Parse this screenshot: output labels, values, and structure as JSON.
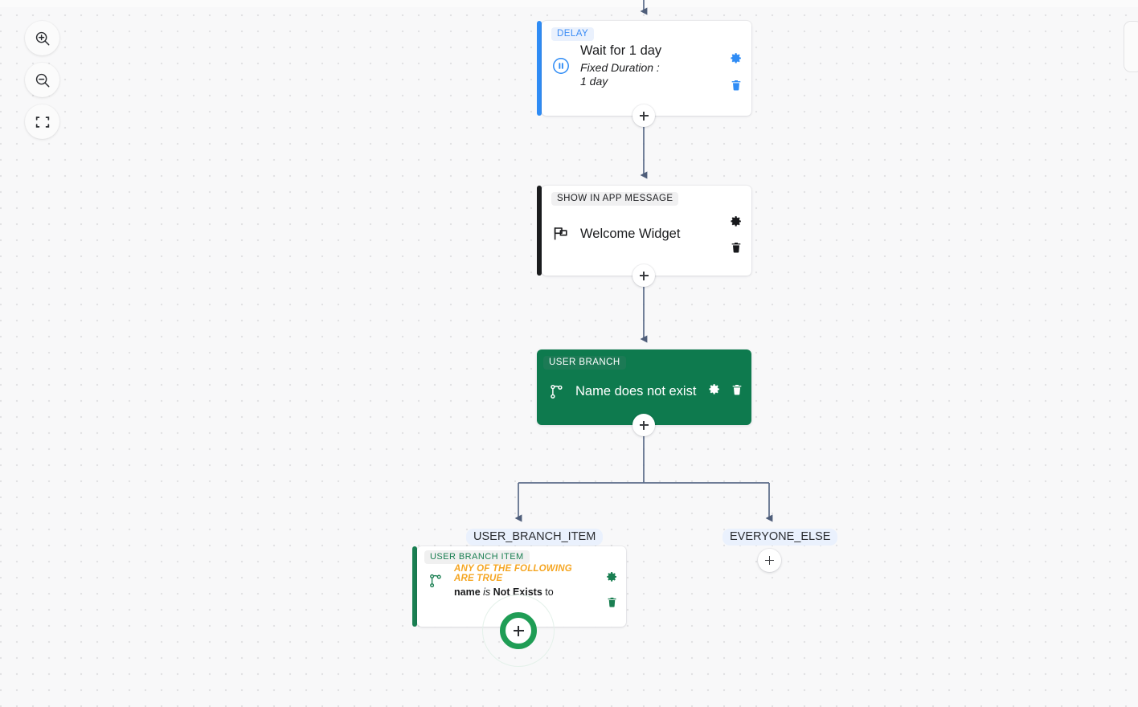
{
  "canvas": {
    "zoom_controls": [
      {
        "name": "zoom-in-button",
        "icon": "zoom-in-icon",
        "label": "Zoom in"
      },
      {
        "name": "zoom-out-button",
        "icon": "zoom-out-icon",
        "label": "Zoom out"
      },
      {
        "name": "fit-view-button",
        "icon": "fit-screen-icon",
        "label": "Fit to screen"
      }
    ],
    "colors": {
      "background": "#f8f8f9",
      "grid_dot": "#e2e2e4",
      "edge": "#5a6b88",
      "accent_blue": "#2f8cf5",
      "accent_dark": "#1b1c1e",
      "accent_green": "#1a7f52",
      "node_green_bg": "#0e7a4e",
      "warning_orange": "#f5a623"
    }
  },
  "nodes": {
    "delay": {
      "badge": "DELAY",
      "title": "Wait for 1 day",
      "subtitle_line1": "Fixed Duration :",
      "subtitle_line2": "1 day",
      "icon": "pause-circle-icon",
      "settings_label": "Settings",
      "delete_label": "Delete",
      "add_label": "Add step"
    },
    "in_app_message": {
      "badge": "SHOW IN APP MESSAGE",
      "title": "Welcome Widget",
      "icon": "in-app-message-icon",
      "settings_label": "Settings",
      "delete_label": "Delete",
      "add_label": "Add step"
    },
    "user_branch": {
      "badge": "USER BRANCH",
      "title": "Name does not exist",
      "icon": "branch-icon",
      "settings_label": "Settings",
      "delete_label": "Delete",
      "add_label": "Add step"
    },
    "user_branch_item": {
      "badge": "USER BRANCH ITEM",
      "condition_header": "ANY OF THE FOLLOWING ARE TRUE",
      "condition_attribute": "name",
      "condition_verb": "is",
      "condition_operator": "Not Exists",
      "condition_suffix": "to",
      "icon": "branch-icon",
      "settings_label": "Settings",
      "delete_label": "Delete",
      "add_label": "Add step"
    }
  },
  "branches": [
    {
      "name": "branch-label-user-branch-item",
      "label": "USER_BRANCH_ITEM"
    },
    {
      "name": "branch-label-everyone-else",
      "label": "EVERYONE_ELSE"
    }
  ],
  "everyone_else": {
    "add_label": "Add step"
  }
}
